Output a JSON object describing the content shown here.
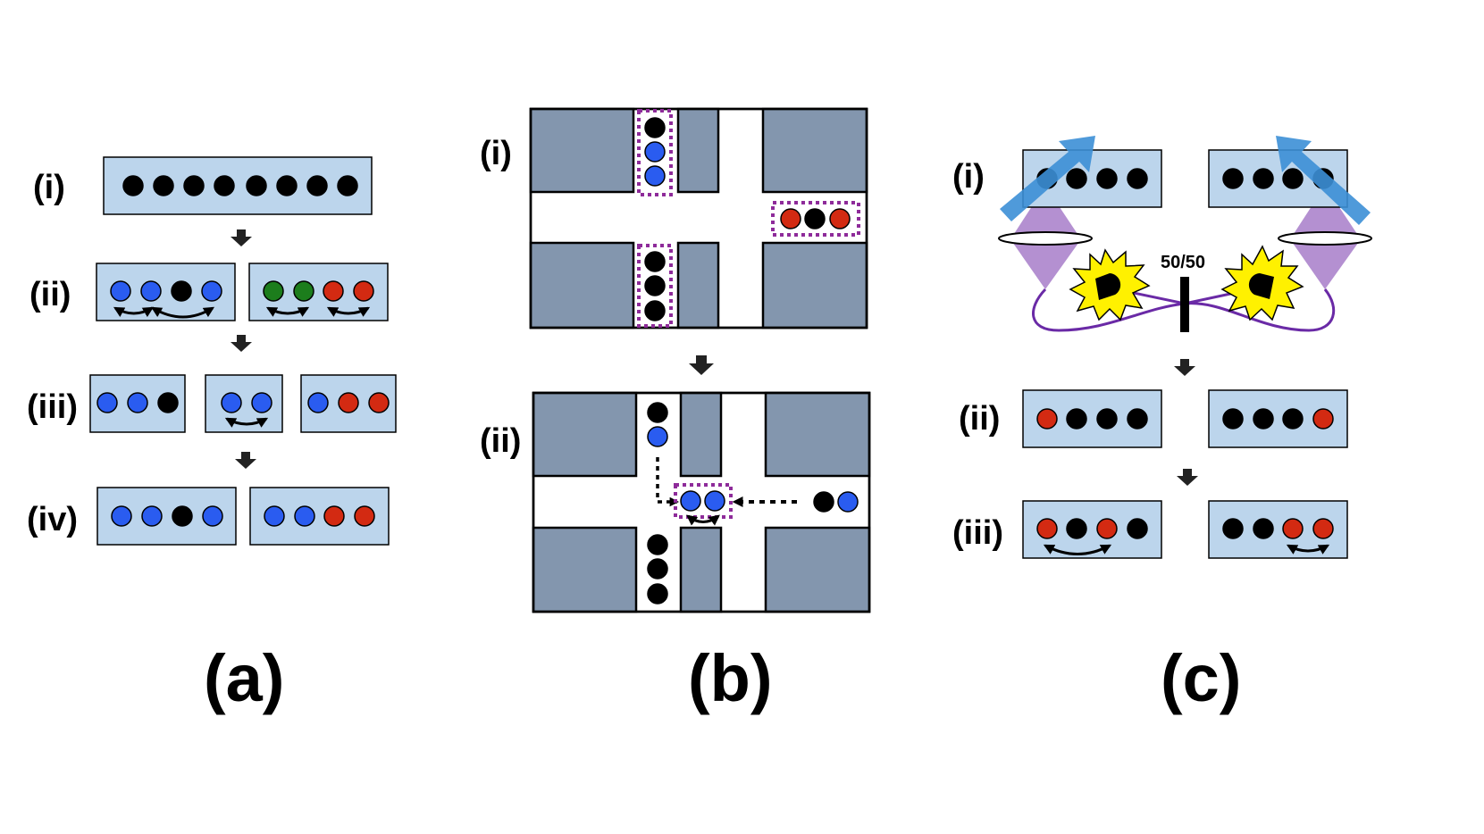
{
  "panels": [
    {
      "label": "(a)",
      "steps": [
        {
          "label": "(i)"
        },
        {
          "label": "(ii)"
        },
        {
          "label": "(iii)"
        },
        {
          "label": "(iv)"
        }
      ]
    },
    {
      "label": "(b)",
      "steps": [
        {
          "label": "(i)"
        },
        {
          "label": "(ii)"
        }
      ]
    },
    {
      "label": "(c)",
      "steps": [
        {
          "label": "(i)"
        },
        {
          "label": "(ii)"
        },
        {
          "label": "(iii)"
        }
      ],
      "beam_splitter_label": "50/50"
    }
  ],
  "colors": {
    "trap_fill": "#bcd5ec",
    "ion_black": "#000000",
    "ion_blue": "#2a5cf0",
    "ion_green": "#1c7d1c",
    "ion_red": "#d32a12",
    "electrode": "#8396ae",
    "interaction_zone": "#8e2b9a",
    "laser_beam": "#3c8fd6",
    "fluorescence": "#a77dc9",
    "photon_burst": "#fff100",
    "fiber": "#6a2aa6"
  }
}
